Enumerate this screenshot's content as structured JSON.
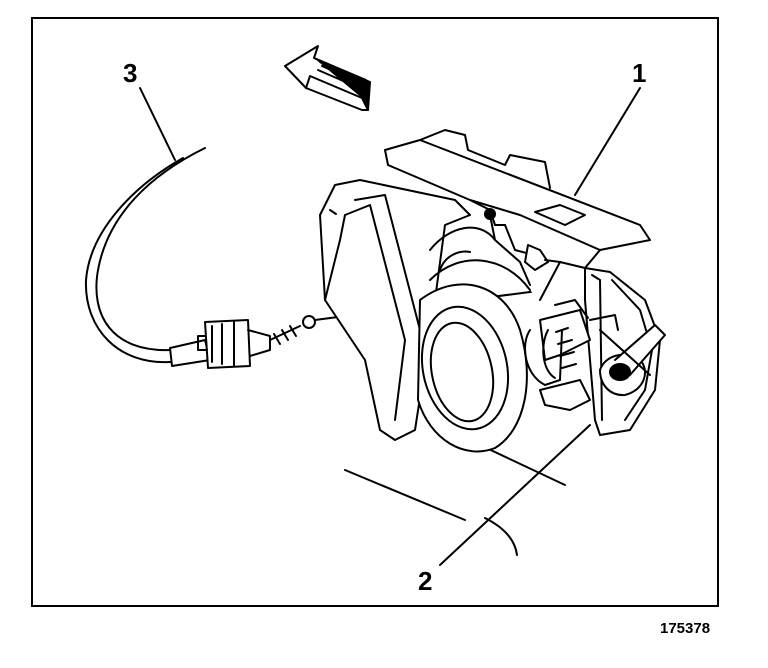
{
  "callouts": {
    "c1": "1",
    "c2": "2",
    "c3": "3"
  },
  "figure_number": "175378",
  "colors": {
    "ink": "#000000",
    "paper": "#ffffff"
  }
}
